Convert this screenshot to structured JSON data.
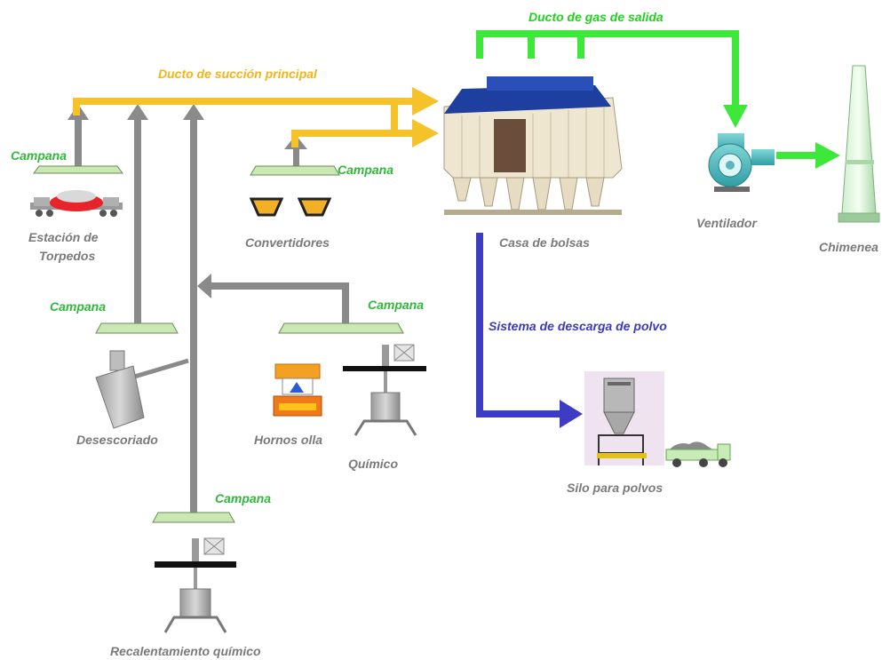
{
  "ducts": {
    "main_suction_label": "Ducto de succión principal",
    "exhaust_gas_label": "Ducto de gas de salida",
    "dust_discharge_label": "Sistema de descarga de polvo"
  },
  "hood_label": "Campana",
  "hoods": [
    {
      "label": "Campana"
    },
    {
      "label": "Campana"
    },
    {
      "label": "Campana"
    },
    {
      "label": "Campana"
    },
    {
      "label": "Campana"
    }
  ],
  "equipment": {
    "torpedo_station": {
      "line1": "Estación de",
      "line2": "Torpedos"
    },
    "converters": "Convertidores",
    "bag_house": "Casa de bolsas",
    "fan": "Ventilador",
    "chimney": "Chimenea",
    "deslagging": "Desescoriado",
    "ladle_furnaces": "Hornos olla",
    "chemical": "Químico",
    "dust_silo": "Silo para polvos",
    "chemical_reheating": "Recalentamiento químico"
  },
  "colors": {
    "main_duct": "#f6c22a",
    "branch_duct": "#8a8a8a",
    "exhaust_duct": "#3ee83a",
    "dust_duct": "#3c3cc4",
    "hood": "#c9e8b2",
    "bag_house_roof": "#1f3fa0",
    "bag_house_body": "#efe6d2"
  }
}
